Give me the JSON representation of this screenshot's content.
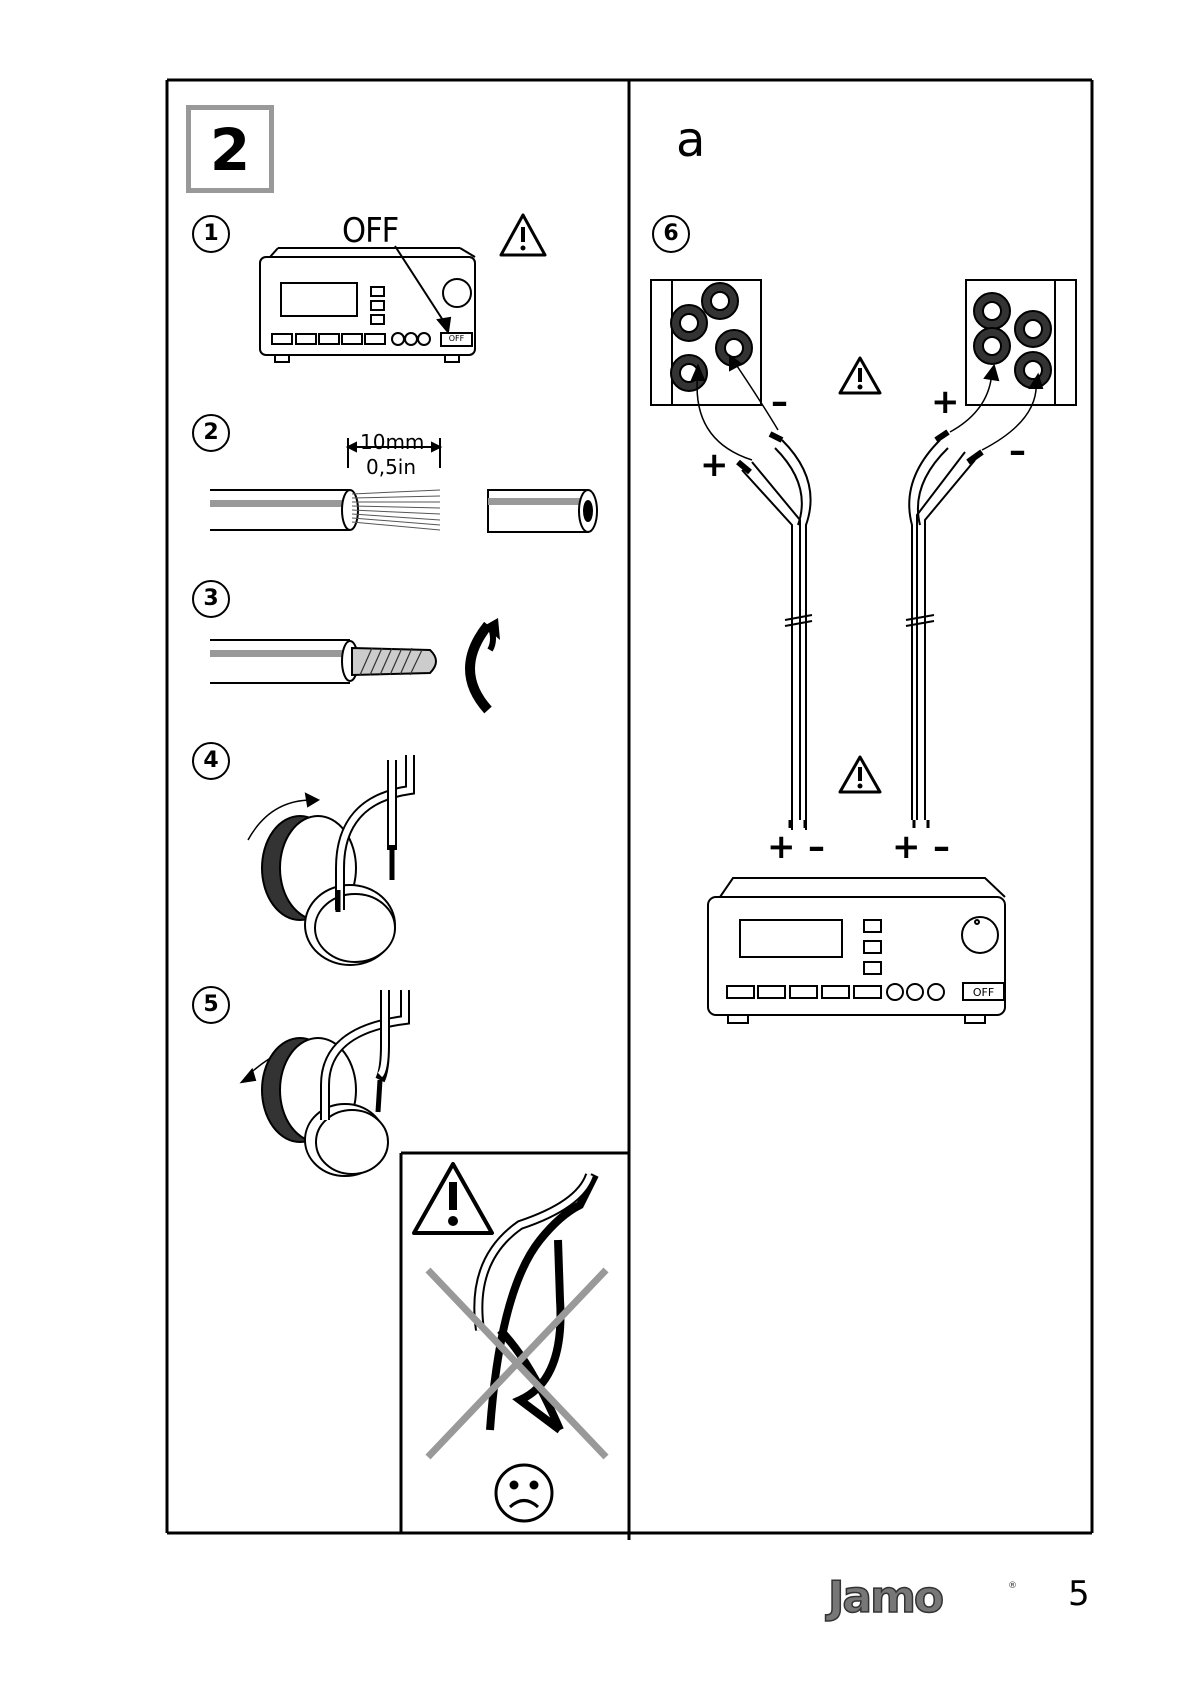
{
  "page": {
    "section_number": "2",
    "variant_letter": "a",
    "page_number": "5",
    "brand": "Jamo"
  },
  "steps": [
    {
      "number": "1",
      "off_label": "OFF",
      "button_label": "OFF"
    },
    {
      "number": "2",
      "dimension_mm": "10mm",
      "dimension_in": "0,5in"
    },
    {
      "number": "3"
    },
    {
      "number": "4"
    },
    {
      "number": "5"
    },
    {
      "number": "6",
      "polarity_plus": "+",
      "polarity_minus": "–",
      "amp_button_label": "OFF"
    }
  ],
  "icons": [
    "warning-icon",
    "sad-face-icon",
    "cross-out-icon",
    "rotate-arrow-icon"
  ]
}
